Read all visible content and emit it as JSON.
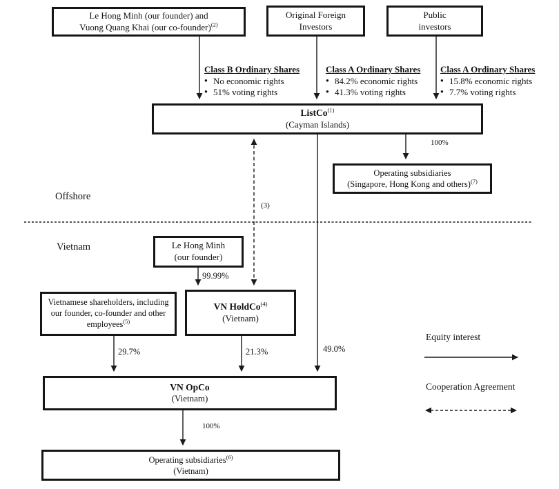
{
  "diagram": {
    "regions": {
      "offshore": "Offshore",
      "vietnam": "Vietnam"
    },
    "nodes": {
      "founders": {
        "line1": "Le Hong Minh (our founder) and",
        "line2": "Vuong Quang Khai (our co-founder)",
        "footnote": "(2)"
      },
      "foreign_investors": {
        "line1": "Original Foreign",
        "line2": "Investors"
      },
      "public_investors": {
        "line1": "Public",
        "line2": "investors"
      },
      "listco": {
        "name": "ListCo",
        "footnote": "(1)",
        "location": "(Cayman Islands)"
      },
      "offshore_subs": {
        "line1": "Operating subsidiaries",
        "line2": "(Singapore, Hong Kong and others)",
        "footnote": "(7)"
      },
      "founder_vn": {
        "line1": "Le Hong Minh",
        "line2": "(our founder)"
      },
      "vn_shareholders": {
        "line1": "Vietnamese shareholders, including",
        "line2": "our founder, co-founder and other",
        "line3": "employees",
        "footnote": "(5)"
      },
      "vn_holdco": {
        "name": "VN HoldCo",
        "footnote": "(4)",
        "location": "(Vietnam)"
      },
      "vn_opco": {
        "name": "VN OpCo",
        "location": "(Vietnam)"
      },
      "vn_subs": {
        "line1": "Operating subsidiaries",
        "footnote": "(6)",
        "line2": "(Vietnam)"
      }
    },
    "share_classes": [
      {
        "title": "Class B Ordinary Shares",
        "bullet1": "No economic rights",
        "bullet2": "51% voting rights"
      },
      {
        "title": "Class A Ordinary Shares",
        "bullet1": "84.2% economic rights",
        "bullet2": "41.3% voting rights"
      },
      {
        "title": "Class A Ordinary Shares",
        "bullet1": "15.8% economic rights",
        "bullet2": "7.7% voting rights"
      }
    ],
    "edge_labels": {
      "listco_to_offshore_subs": "100%",
      "cooperation_footnote": "(3)",
      "founder_to_holdco": "99.99%",
      "shareholders_to_opco": "29.7%",
      "holdco_to_opco": "21.3%",
      "listco_to_opco": "49.0%",
      "opco_to_subs": "100%"
    },
    "legend": {
      "equity": "Equity interest",
      "cooperation": "Cooperation Agreement"
    },
    "colors": {
      "line": "#1a1a1a",
      "text": "#111111",
      "background": "#ffffff"
    }
  }
}
